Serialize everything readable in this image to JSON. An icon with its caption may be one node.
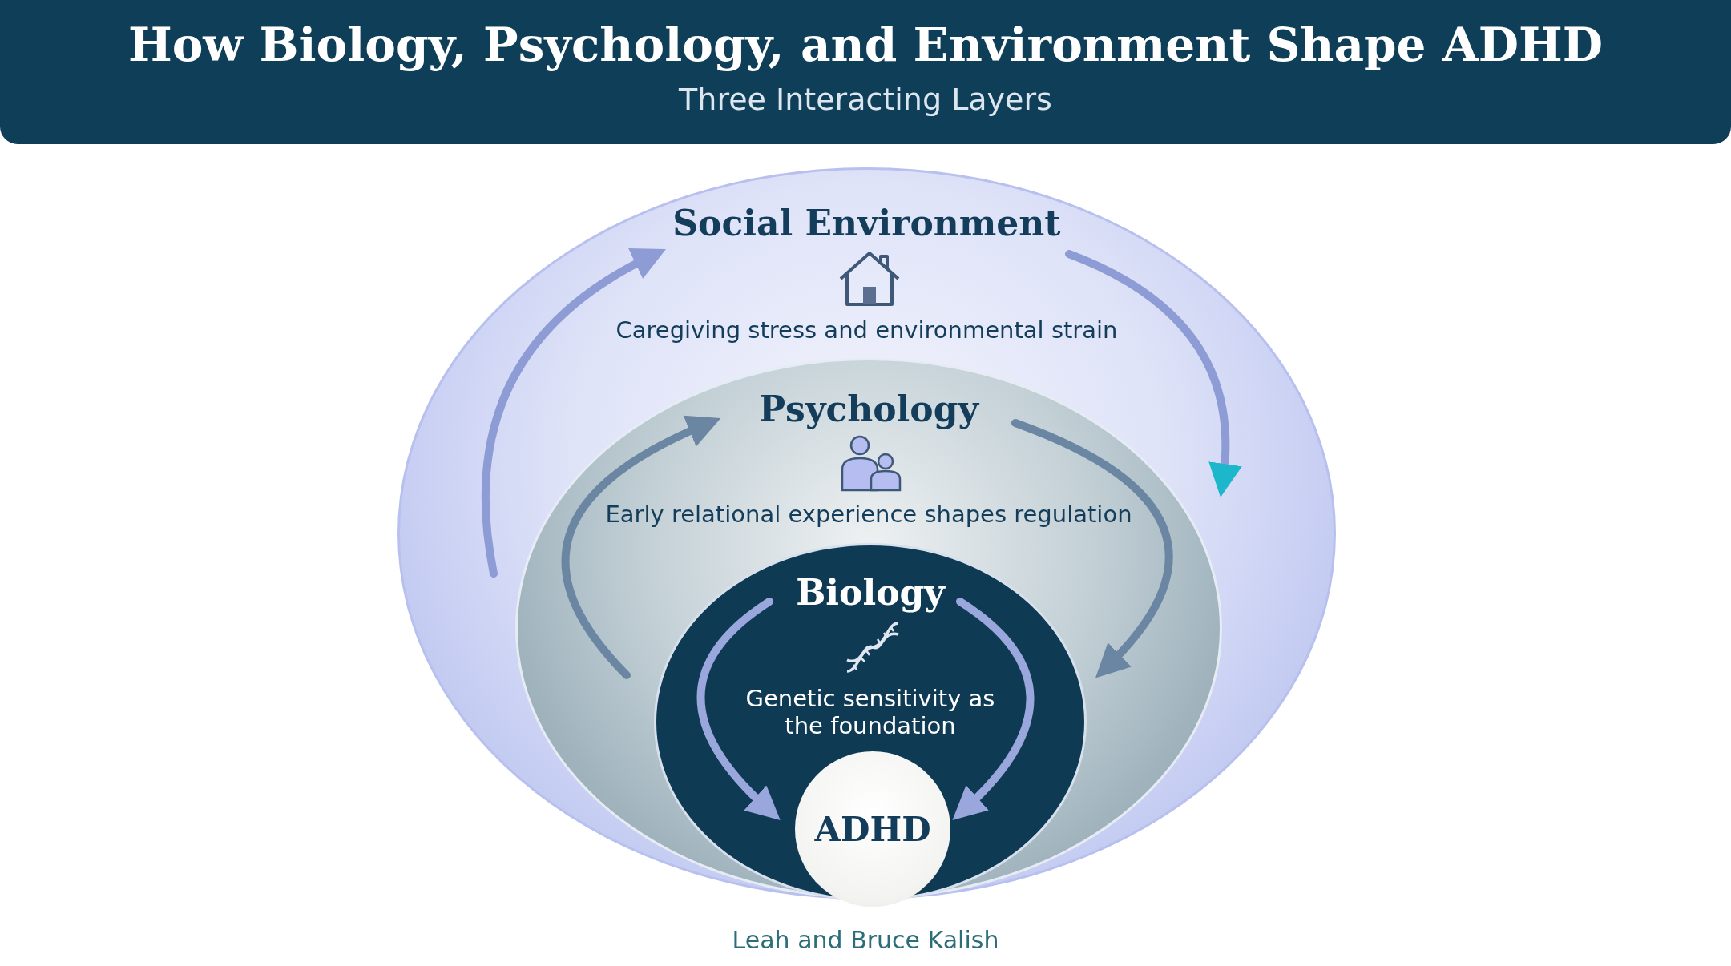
{
  "diagram": {
    "title": "How Biology, Psychology, and Environment Shape ADHD",
    "caption": "Three Interacting Layers",
    "nodes": [
      {
        "text": [
          "Social Environment",
          "Caregiving stress and environmental strain"
        ]
      },
      {
        "text": [
          "Psychology",
          "Early relational experience shapes regulation"
        ],
        "in": 0
      },
      {
        "text": [
          "Biology",
          "Genetic sensitivity as the foundation"
        ],
        "in": 1
      },
      {
        "text": [
          "ADHD"
        ],
        "in": 2
      }
    ],
    "labels": [
      "Leah and Bruce Kalish"
    ]
  }
}
